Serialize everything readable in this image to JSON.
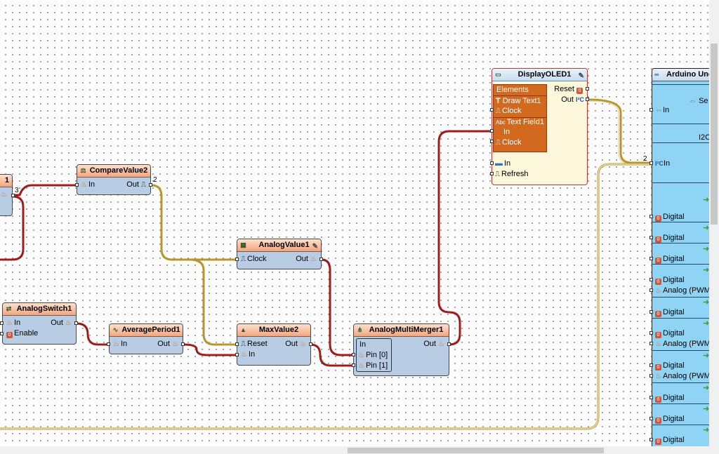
{
  "colors": {
    "wire_red": "#a01c1c",
    "wire_gold": "#b8962e",
    "wire_cream": "#e8dcaa"
  },
  "partial_left": {
    "pin_in_label": "1",
    "pin_num": "3"
  },
  "compare_value": {
    "title": "CompareValue2",
    "in": "In",
    "out": "Out",
    "pin_num": "2"
  },
  "analog_value": {
    "title": "AnalogValue1",
    "clock": "Clock",
    "out": "Out"
  },
  "analog_switch": {
    "title": "AnalogSwitch1",
    "in": "In",
    "enable": "Enable",
    "out": "Out"
  },
  "average_period": {
    "title": "AveragePeriod1",
    "in": "In",
    "out": "Out"
  },
  "max_value": {
    "title": "MaxValue2",
    "reset": "Reset",
    "in": "In",
    "out": "Out"
  },
  "multi_merger": {
    "title": "AnalogMultiMerger1",
    "in": "In",
    "pin0": "Pin [0]",
    "pin1": "Pin [1]",
    "out": "Out"
  },
  "display_oled": {
    "title": "DisplayOLED1",
    "elements": "Elements",
    "draw_text": "Draw Text1",
    "draw_clock": "Clock",
    "text_field": "Text Field1",
    "tf_in": "In",
    "tf_clock": "Clock",
    "in": "In",
    "refresh": "Refresh",
    "reset": "Reset",
    "out": "Out"
  },
  "arduino": {
    "title": "Arduino Uno",
    "serial_label": "Se",
    "serial_in": "In",
    "i2c_label": "I2C",
    "i2c_in": "In",
    "i2c_pin_num": "2",
    "digital_label": "Digital",
    "d_label": "D",
    "analog_pwm": "Analog (PWM"
  }
}
